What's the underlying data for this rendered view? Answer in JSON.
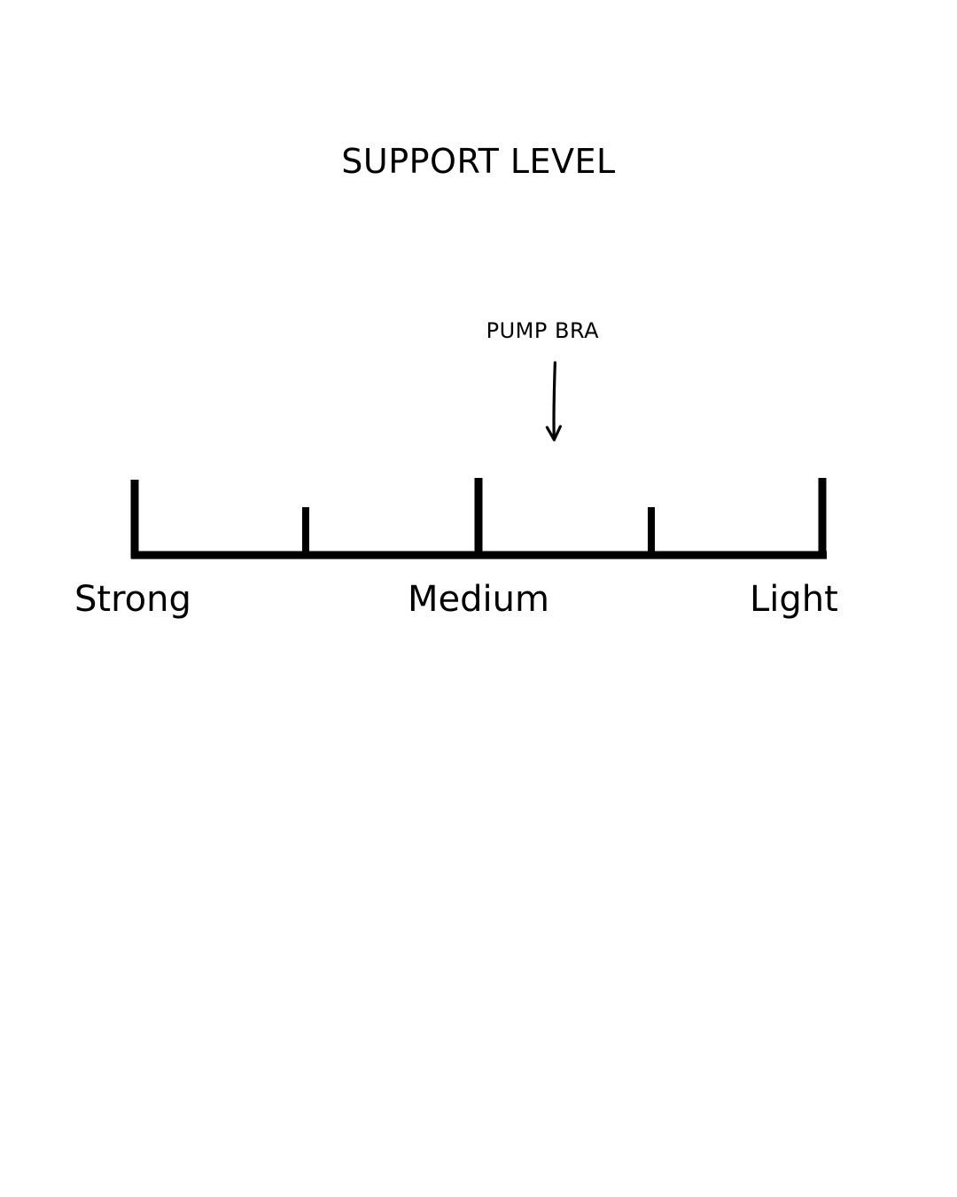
{
  "title": "SUPPORT LEVEL",
  "scale": {
    "labels": {
      "strong": "Strong",
      "medium": "Medium",
      "light": "Light"
    },
    "segments": 4,
    "marker": {
      "label": "PUMP BRA",
      "position": 0.61,
      "icon": "down-arrow-icon"
    }
  },
  "colors": {
    "ink": "#000000",
    "background": "#ffffff"
  }
}
